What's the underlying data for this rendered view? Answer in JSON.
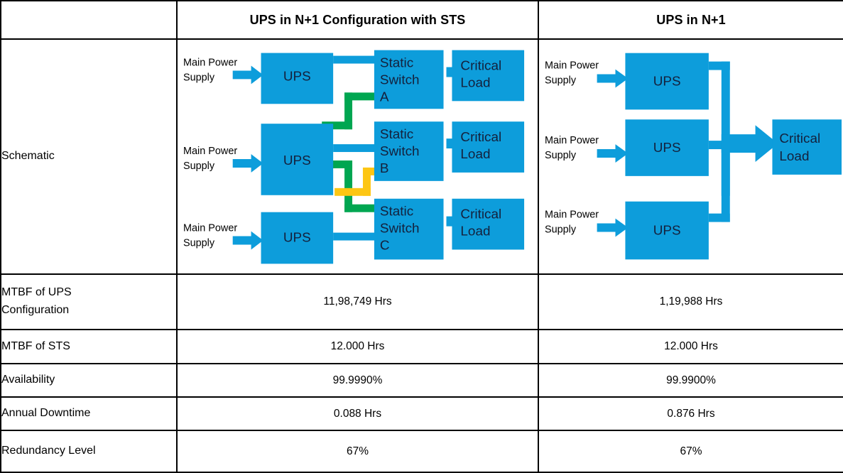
{
  "table": {
    "header": {
      "corner_label": "",
      "col_sts": "UPS in N+1 Configuration with STS",
      "col_plain": "UPS in N+1"
    },
    "rows": [
      {
        "label": "Schematic",
        "sts": "",
        "plain": ""
      },
      {
        "label": "MTBF of UPS Configuration",
        "label_line1": "MTBF of UPS",
        "label_line2": "Configuration",
        "sts": "11,98,749 Hrs",
        "plain": "1,19,988 Hrs"
      },
      {
        "label": "MTBF of STS",
        "sts": "12.000 Hrs",
        "plain": "12.000 Hrs"
      },
      {
        "label": "Availability",
        "sts": "99.9990%",
        "plain": "99.9900%"
      },
      {
        "label": "Annual Downtime",
        "sts": "0.088 Hrs",
        "plain": "0.876 Hrs"
      },
      {
        "label": "Redundancy Level",
        "sts": "67%",
        "plain": "67%"
      }
    ]
  },
  "schematic_sts": {
    "rows": [
      {
        "source": "Main Power Supply",
        "source_line1": "Main Power",
        "source_line2": "Supply",
        "ups": "UPS",
        "switch": "Static Switch A",
        "switch_line1": "Static",
        "switch_line2": "Switch",
        "switch_line3": "A",
        "load": "Critical Load",
        "load_line1": "Critical",
        "load_line2": "Load"
      },
      {
        "source": "Main Power Supply",
        "source_line1": "Main Power",
        "source_line2": "Supply",
        "ups": "UPS",
        "switch": "Static Switch B",
        "switch_line1": "Static",
        "switch_line2": "Switch",
        "switch_line3": "B",
        "load": "Critical Load",
        "load_line1": "Critical",
        "load_line2": "Load"
      },
      {
        "source": "Main Power Supply",
        "source_line1": "Main Power",
        "source_line2": "Supply",
        "ups": "UPS",
        "switch": "Static Switch C",
        "switch_line1": "Static",
        "switch_line2": "Switch",
        "switch_line3": "C",
        "load": "Critical Load",
        "load_line1": "Critical",
        "load_line2": "Load"
      }
    ]
  },
  "schematic_plain": {
    "rows": [
      {
        "source_line1": "Main Power",
        "source_line2": "Supply",
        "ups": "UPS"
      },
      {
        "source_line1": "Main Power",
        "source_line2": "Supply",
        "ups": "UPS"
      },
      {
        "source_line1": "Main Power",
        "source_line2": "Supply",
        "ups": "UPS"
      }
    ],
    "load_line1": "Critical",
    "load_line2": "Load"
  },
  "colors": {
    "block_blue": "#0d9ddb",
    "link_green": "#00a651",
    "link_yellow": "#fdc613",
    "border_black": "#000000",
    "block_label": "#14213d",
    "page_background": "#ffffff"
  }
}
